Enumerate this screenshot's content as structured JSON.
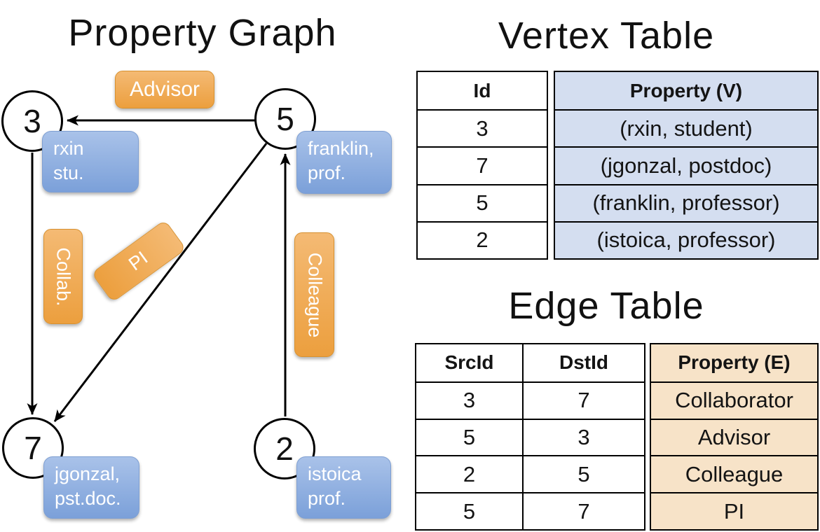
{
  "graph": {
    "title": "Property Graph",
    "nodes": [
      {
        "id": "3",
        "prop1": "rxin",
        "prop2": "stu."
      },
      {
        "id": "5",
        "prop1": "franklin,",
        "prop2": "prof."
      },
      {
        "id": "7",
        "prop1": "jgonzal,",
        "prop2": "pst.doc."
      },
      {
        "id": "2",
        "prop1": "istoica",
        "prop2": "prof."
      }
    ],
    "edges": [
      {
        "from": "5",
        "to": "3",
        "label": "Advisor"
      },
      {
        "from": "3",
        "to": "7",
        "label": "Collab."
      },
      {
        "from": "5",
        "to": "7",
        "label": "PI"
      },
      {
        "from": "2",
        "to": "5",
        "label": "Colleague"
      }
    ]
  },
  "vertex_table": {
    "title": "Vertex Table",
    "columns": {
      "id": "Id",
      "property": "Property (V)"
    },
    "rows": [
      {
        "id": "3",
        "property": "(rxin, student)"
      },
      {
        "id": "7",
        "property": "(jgonzal, postdoc)"
      },
      {
        "id": "5",
        "property": "(franklin, professor)"
      },
      {
        "id": "2",
        "property": "(istoica, professor)"
      }
    ]
  },
  "edge_table": {
    "title": "Edge Table",
    "columns": {
      "src": "SrcId",
      "dst": "DstId",
      "property": "Property (E)"
    },
    "rows": [
      {
        "src": "3",
        "dst": "7",
        "property": "Collaborator"
      },
      {
        "src": "5",
        "dst": "3",
        "property": "Advisor"
      },
      {
        "src": "2",
        "dst": "5",
        "property": "Colleague"
      },
      {
        "src": "5",
        "dst": "7",
        "property": "PI"
      }
    ]
  },
  "colors": {
    "node_fill": "#ffffff",
    "node_border": "#000000",
    "edge_line": "#000000",
    "orange_box_top": "#f4ba74",
    "orange_box_bottom": "#ec9f3e",
    "orange_box_border": "#d8912f",
    "blue_box_top": "#a9c2e9",
    "blue_box_bottom": "#7ba0d9",
    "vertex_property_cell": "#d4def0",
    "edge_property_cell": "#f7e3c8",
    "box_text": "#ffffff",
    "table_border": "#000000"
  }
}
